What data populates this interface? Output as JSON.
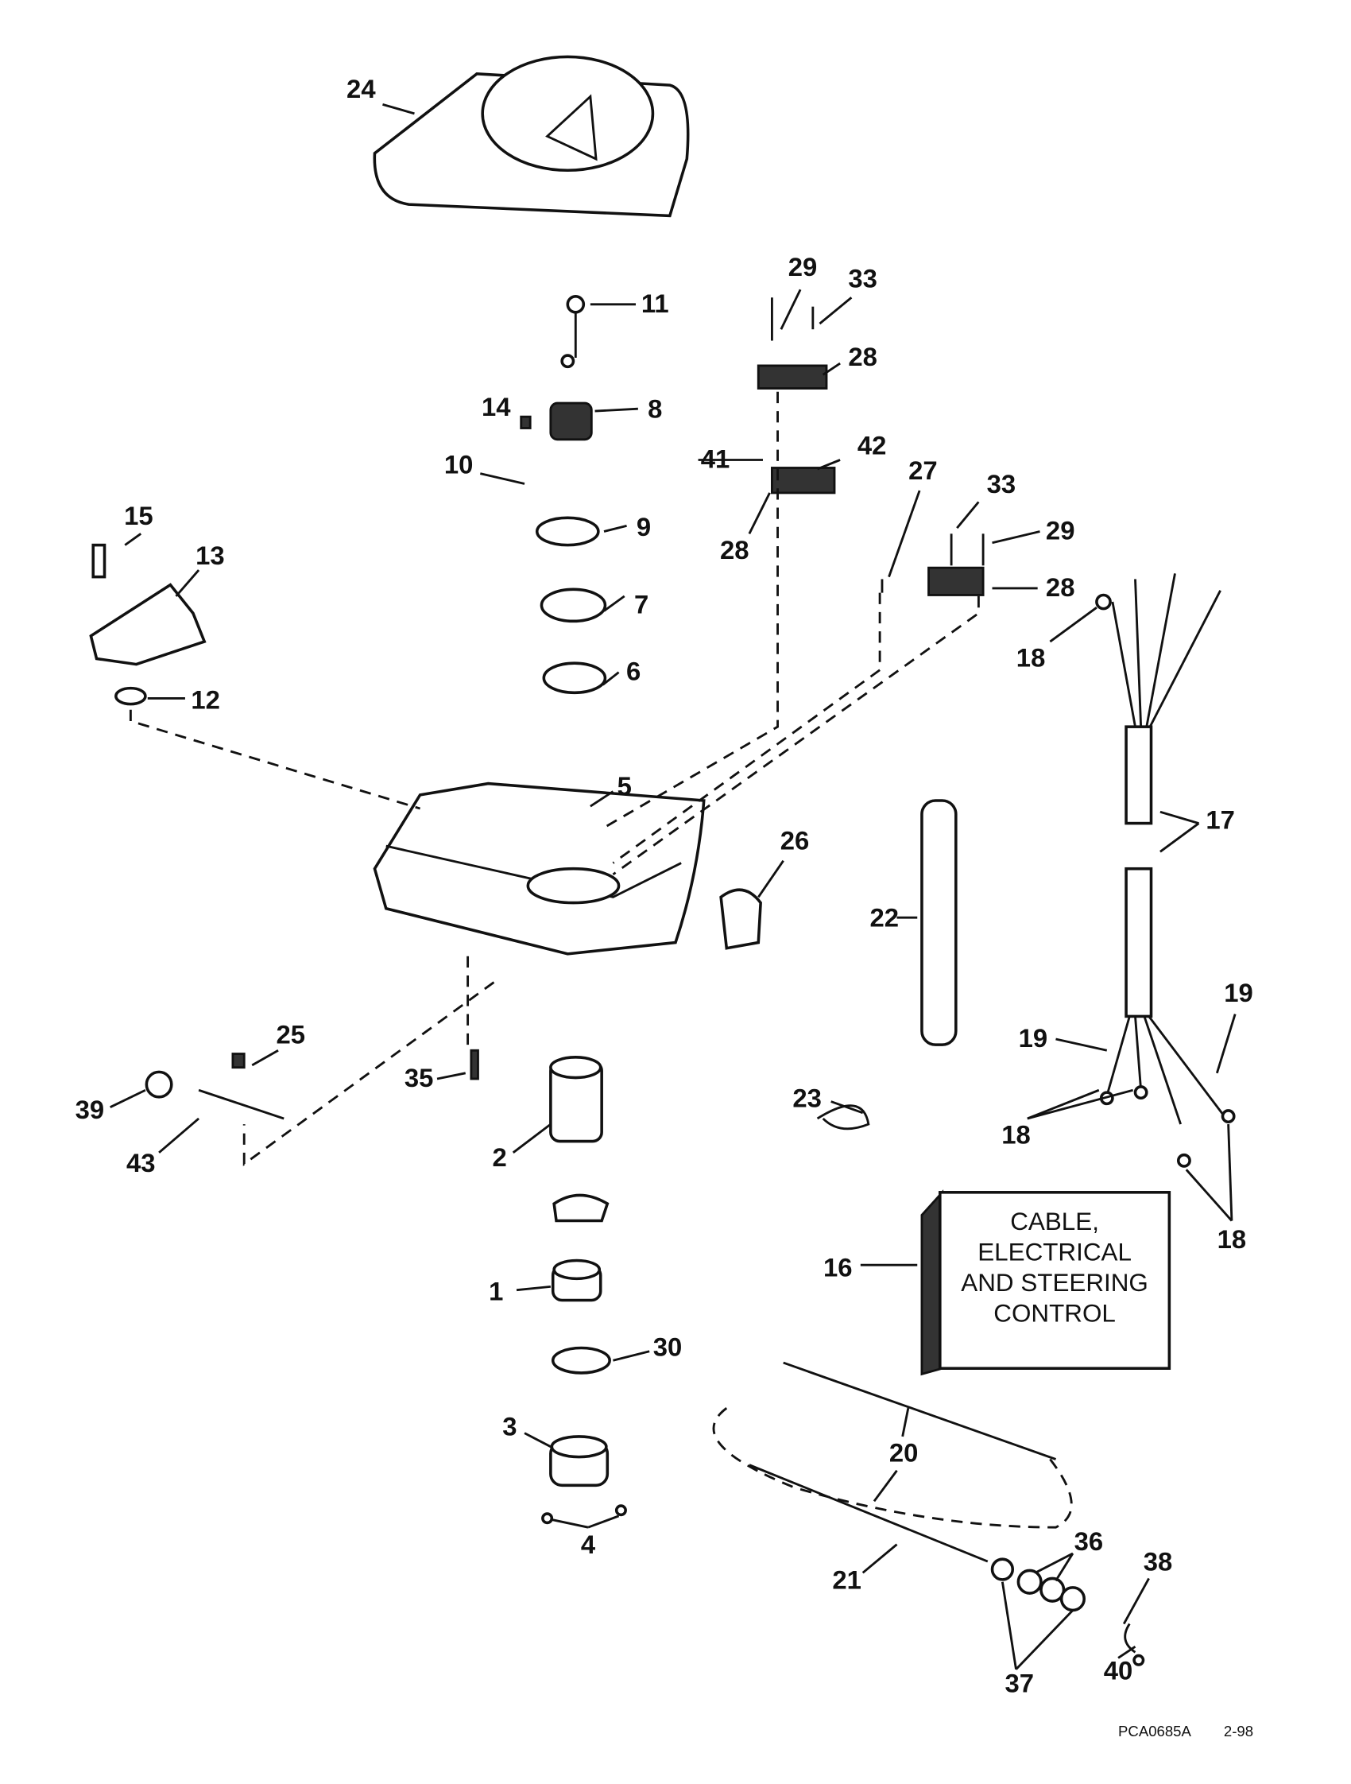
{
  "diagram": {
    "callouts": [
      "24",
      "11",
      "29",
      "33",
      "28",
      "14",
      "8",
      "10",
      "41",
      "42",
      "9",
      "28",
      "27",
      "33",
      "29",
      "28",
      "15",
      "13",
      "7",
      "18",
      "6",
      "12",
      "17",
      "5",
      "26",
      "22",
      "19",
      "19",
      "25",
      "35",
      "39",
      "23",
      "43",
      "2",
      "18",
      "18",
      "16",
      "1",
      "30",
      "3",
      "20",
      "4",
      "36",
      "38",
      "21",
      "40",
      "37"
    ],
    "box_label": [
      "CABLE,",
      "ELECTRICAL",
      "AND STEERING",
      "CONTROL"
    ],
    "footer": {
      "code": "PCA0685A",
      "date": "2-98"
    }
  }
}
